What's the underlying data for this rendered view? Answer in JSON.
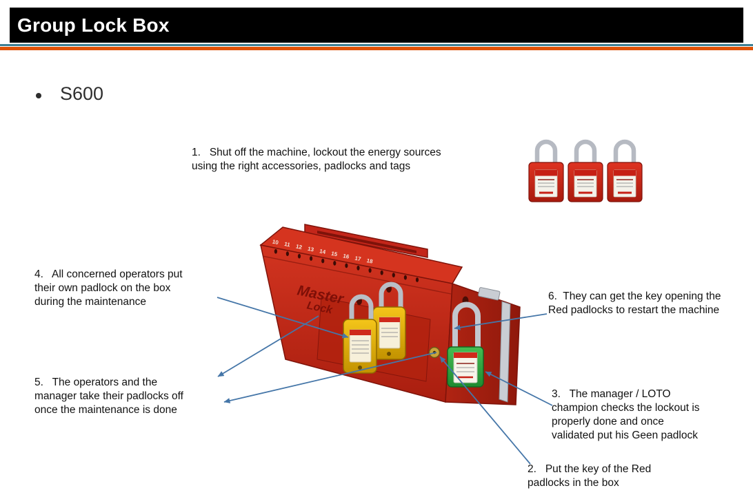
{
  "header": {
    "title": "Group Lock Box"
  },
  "model": {
    "label": "S600"
  },
  "steps": [
    {
      "id": "1",
      "text": "1.   Shut off the machine, lockout the energy sources\nusing the right accessories, padlocks and tags"
    },
    {
      "id": "2",
      "text": "2.   Put the key of the Red\npadlocks in the box"
    },
    {
      "id": "3",
      "text": "3.   The manager / LOTO\nchampion checks the lockout is\nproperly done and once\nvalidated put his Geen padlock"
    },
    {
      "id": "4",
      "text": "4.   All concerned operators put\ntheir own padlock on the box\nduring the maintenance"
    },
    {
      "id": "5",
      "text": "5.   The operators and the\nmanager take their padlocks off\nonce the maintenance is done"
    },
    {
      "id": "6",
      "text": "6.  They can get the key opening the\nRed padlocks to restart the machine"
    }
  ],
  "lockbox": {
    "brand_top": "Master",
    "brand_bottom": "Lock",
    "slot_numbers": [
      "10",
      "11",
      "12",
      "13",
      "14",
      "15",
      "16",
      "17",
      "18"
    ]
  },
  "colors": {
    "header-bg": "#000000",
    "header-text": "#ffffff",
    "stripe-teal": "#3d7f93",
    "stripe-orange": "#e05206",
    "arrow": "#4576a8",
    "text": "#111111",
    "box-red": "#cf2a1b",
    "padlock-red": "#d1281c",
    "padlock-yellow": "#e8b700",
    "padlock-green": "#35a845",
    "shackle-silver": "#b6bac2"
  }
}
